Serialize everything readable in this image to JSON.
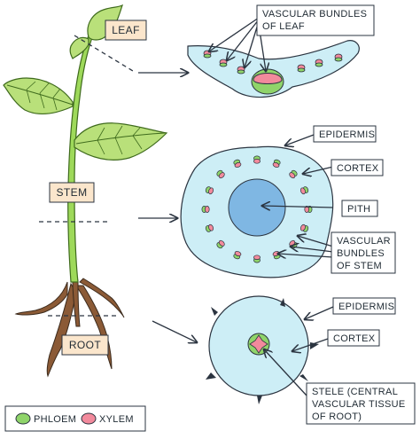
{
  "plant_labels": {
    "leaf": "LEAF",
    "stem": "STEM",
    "root": "ROOT"
  },
  "leaf_section": {
    "vascular_line1": "VASCULAR BUNDLES",
    "vascular_line2": "OF LEAF"
  },
  "stem_section": {
    "epidermis": "EPIDERMIS",
    "cortex": "CORTEX",
    "pith": "PITH",
    "vascular_line1": "VASCULAR",
    "vascular_line2": "BUNDLES",
    "vascular_line3": "OF STEM"
  },
  "root_section": {
    "epidermis": "EPIDERMIS",
    "cortex": "CORTEX",
    "stele_line1": "STELE (CENTRAL",
    "stele_line2": "VASCULAR TISSUE",
    "stele_line3": "OF ROOT)"
  },
  "legend": {
    "phloem": "PHLOEM",
    "xylem": "XYLEM"
  },
  "colors": {
    "phloem": "#8fd46a",
    "xylem": "#f28a9c",
    "tissue": "#cdeef6",
    "pith": "#7fb7e3",
    "stem_green": "#9ed95a",
    "leaf_green": "#b9e07a",
    "root_brown": "#8b5a36",
    "label_box": "#fbe6cc"
  }
}
